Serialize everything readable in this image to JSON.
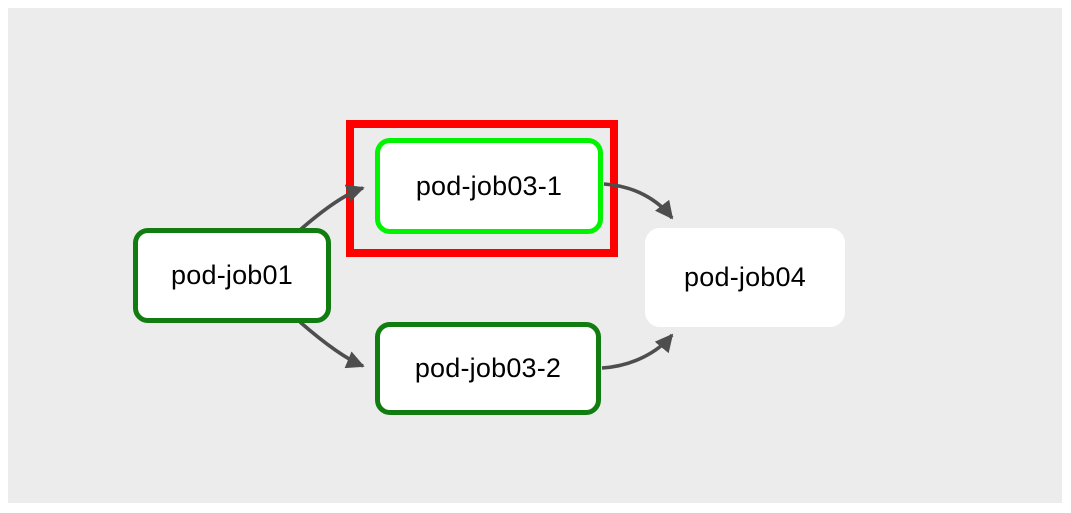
{
  "diagram": {
    "type": "workflow-dag",
    "nodes": {
      "job01": {
        "label": "pod-job01",
        "style": "dark-green-border"
      },
      "job03_1": {
        "label": "pod-job03-1",
        "style": "bright-green-border",
        "highlighted": true
      },
      "job03_2": {
        "label": "pod-job03-2",
        "style": "dark-green-border"
      },
      "job04": {
        "label": "pod-job04",
        "style": "no-border"
      }
    },
    "edges": [
      {
        "from": "pod-job01",
        "to": "pod-job03-1"
      },
      {
        "from": "pod-job01",
        "to": "pod-job03-2"
      },
      {
        "from": "pod-job03-1",
        "to": "pod-job04"
      },
      {
        "from": "pod-job03-2",
        "to": "pod-job04"
      }
    ],
    "highlight": {
      "target": "pod-job03-1",
      "shape": "red-rectangle"
    }
  },
  "colors": {
    "canvas_bg": "#ececec",
    "page_bg": "#ffffff",
    "node_fill": "#ffffff",
    "dark_green": "#117d11",
    "bright_green": "#00f400",
    "highlight_red": "#ff0000",
    "edge": "#4e4e4e",
    "label_text": "#000000"
  }
}
